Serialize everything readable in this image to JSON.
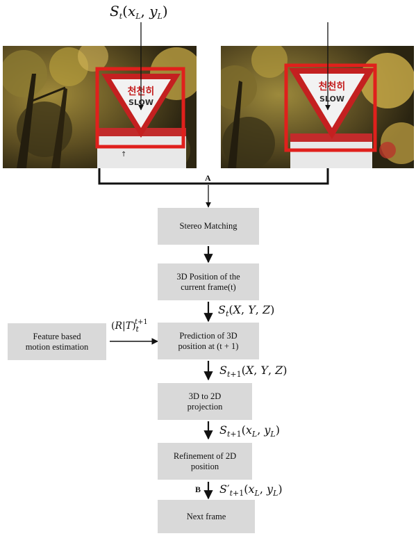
{
  "top_label": "S_t(x_L, y_L)",
  "labels": {
    "a": "A",
    "b": "B"
  },
  "sign_text": {
    "korean": "천천히",
    "english": "SLOW"
  },
  "boxes": {
    "stereo": "Stereo Matching",
    "position3d": "3D Position of the\ncurrent frame(t)",
    "feature": "Feature based\nmotion estimation",
    "prediction": "Prediction of 3D\nposition at (t + 1)",
    "projection": "3D to 2D\nprojection",
    "refinement": "Refinement of 2D\nposition",
    "next": "Next frame"
  },
  "transfer_labels": {
    "motion": "(R|T)_t^(t+1)",
    "s_t_xyz": "S_t(X, Y, Z)",
    "s_t1_xyz": "S_(t+1)(X, Y, Z)",
    "s_t1_xy": "S_(t+1)(x_L, y_L)",
    "s_prime_t1_xy": "S'_(t+1)(x_L, y_L)"
  },
  "colors": {
    "box_fill": "#d9d9d9",
    "roi_frame": "#e0201c",
    "connector": "#111111"
  }
}
